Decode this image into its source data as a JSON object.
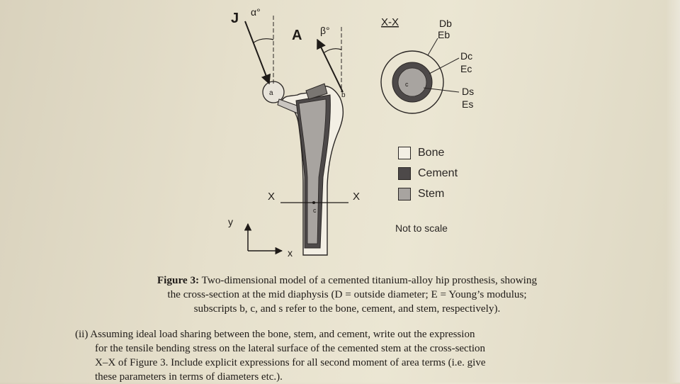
{
  "figure": {
    "labels": {
      "J": "J",
      "alpha": "α°",
      "A": "A",
      "beta": "β°",
      "a": "a",
      "b": "b",
      "c": "c",
      "section_left": "X",
      "section_right": "X",
      "axis_y": "y",
      "axis_x": "x"
    },
    "cross_section": {
      "title": "X-X",
      "db": "Db",
      "eb": "Eb",
      "dc": "Dc",
      "ec": "Ec",
      "ds": "Ds",
      "es": "Es",
      "centre": "c"
    },
    "legend": [
      {
        "label": "Bone",
        "color": "#f3efe4"
      },
      {
        "label": "Cement",
        "color": "#4d4949"
      },
      {
        "label": "Stem",
        "color": "#a8a4a0"
      }
    ],
    "note": "Not to scale"
  },
  "caption": {
    "label": "Figure 3:",
    "lines": [
      " Two-dimensional model of a cemented titanium-alloy hip prosthesis, showing",
      "the cross-section at the mid diaphysis (D = outside diameter; E = Young’s modulus;",
      "subscripts b, c, and s refer to the bone, cement, and stem, respectively)."
    ]
  },
  "question": {
    "lines": [
      "(ii) Assuming ideal load sharing between the bone, stem, and cement, write out the expression",
      "for the tensile bending stress on the lateral surface of the cemented stem at the cross-section",
      "X–X of Figure 3. Include explicit expressions for all second moment of area terms (i.e. give",
      "these parameters in terms of diameters etc.)."
    ]
  },
  "colors": {
    "bone": "#f3efe4",
    "cement": "#4d4949",
    "stem": "#a8a4a0",
    "ink": "#1f1b18"
  }
}
